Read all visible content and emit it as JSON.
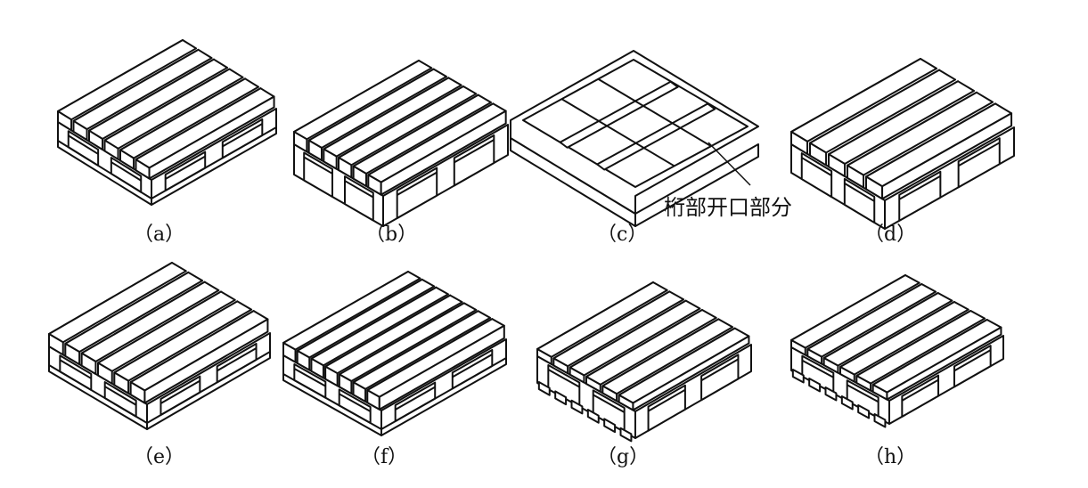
{
  "figure": {
    "panels": [
      {
        "id": "a",
        "label": "（a）"
      },
      {
        "id": "b",
        "label": "（b）"
      },
      {
        "id": "c",
        "label": "（c）"
      },
      {
        "id": "d",
        "label": "（d）"
      },
      {
        "id": "e",
        "label": "（e）"
      },
      {
        "id": "f",
        "label": "（f）"
      },
      {
        "id": "g",
        "label": "（g）"
      },
      {
        "id": "h",
        "label": "（h）"
      }
    ],
    "annotation": "桁部开口部分",
    "colors": {
      "line": "#111111",
      "background": "#ffffff"
    }
  }
}
